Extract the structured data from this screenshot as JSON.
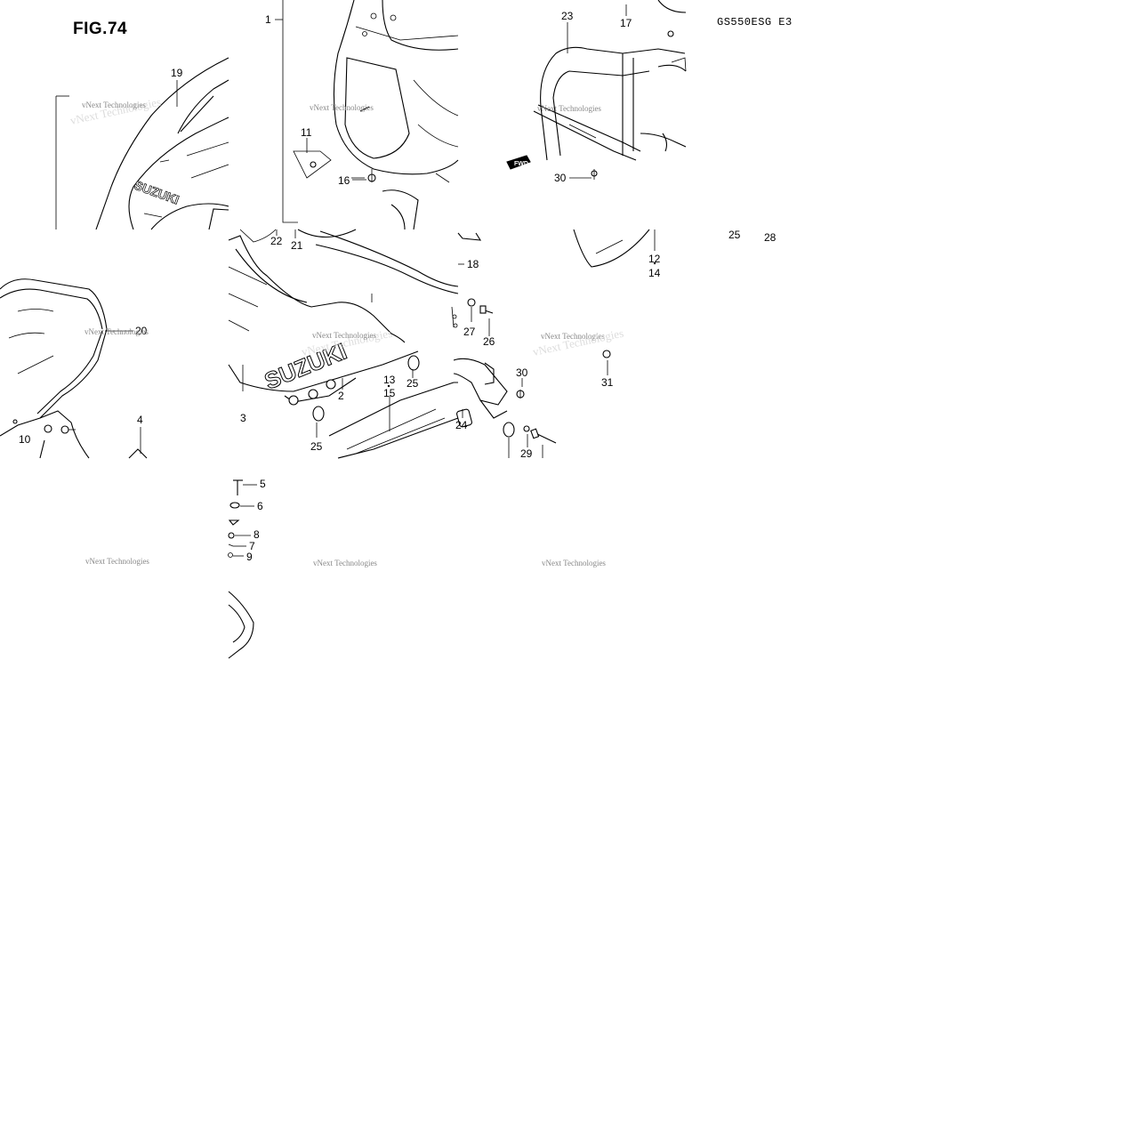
{
  "figure": {
    "title": "FIG.74",
    "model": "GS550ESG E3",
    "watermark": "vNext Technologies",
    "brand_mark": "SUZUKI",
    "fwd_label": "FWD"
  },
  "callouts": [
    {
      "id": "c1",
      "text": "1"
    },
    {
      "id": "c2",
      "text": "2"
    },
    {
      "id": "c3",
      "text": "3"
    },
    {
      "id": "c4",
      "text": "4"
    },
    {
      "id": "c5",
      "text": "5"
    },
    {
      "id": "c6",
      "text": "6"
    },
    {
      "id": "c7",
      "text": "7"
    },
    {
      "id": "c8",
      "text": "8"
    },
    {
      "id": "c9",
      "text": "9"
    },
    {
      "id": "c10",
      "text": "10"
    },
    {
      "id": "c11",
      "text": "11"
    },
    {
      "id": "c12",
      "text": "12"
    },
    {
      "id": "c13",
      "text": "13"
    },
    {
      "id": "c14",
      "text": "14"
    },
    {
      "id": "c15",
      "text": "15"
    },
    {
      "id": "c16",
      "text": "16"
    },
    {
      "id": "c17",
      "text": "17"
    },
    {
      "id": "c18",
      "text": "18"
    },
    {
      "id": "c19",
      "text": "19"
    },
    {
      "id": "c20",
      "text": "20"
    },
    {
      "id": "c21",
      "text": "21"
    },
    {
      "id": "c22",
      "text": "22"
    },
    {
      "id": "c23",
      "text": "23"
    },
    {
      "id": "c24",
      "text": "24"
    },
    {
      "id": "c25a",
      "text": "25"
    },
    {
      "id": "c25b",
      "text": "25"
    },
    {
      "id": "c25c",
      "text": "25"
    },
    {
      "id": "c26",
      "text": "26"
    },
    {
      "id": "c27",
      "text": "27"
    },
    {
      "id": "c28",
      "text": "28"
    },
    {
      "id": "c29",
      "text": "29"
    },
    {
      "id": "c30a",
      "text": "30"
    },
    {
      "id": "c30b",
      "text": "30"
    },
    {
      "id": "c31",
      "text": "31"
    }
  ]
}
